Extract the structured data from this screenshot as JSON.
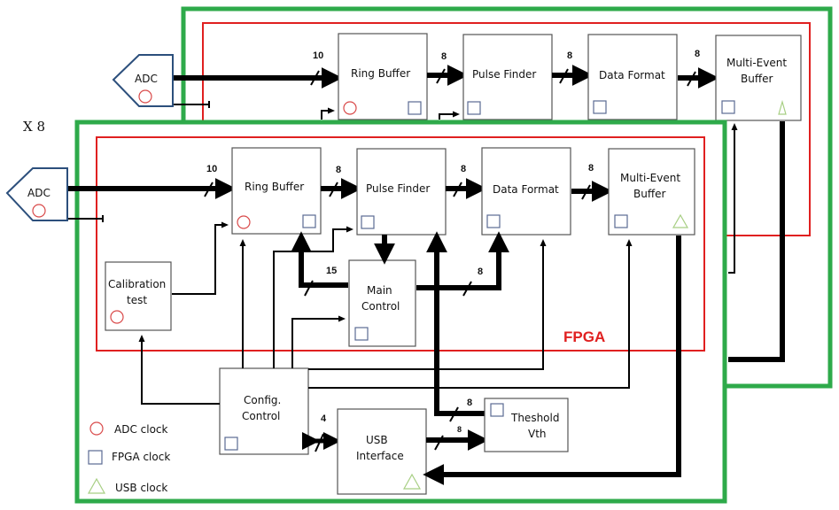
{
  "multiplicity_label": "X 8",
  "fpga_label": "FPGA",
  "colors": {
    "board_border": "#2eaa4a",
    "fpga_border": "#e02020",
    "adc_border": "#2c4f7c",
    "adc_clock": "#d94a4a",
    "fpga_clock": "#5b6a93",
    "usb_clock": "#a8cf84",
    "block_border": "#555555"
  },
  "blocks": {
    "adc": "ADC",
    "ring_buffer": "Ring Buffer",
    "pulse_finder": "Pulse Finder",
    "data_format": "Data Format",
    "multi_event_buffer_l1": "Multi-Event",
    "multi_event_buffer_l2": "Buffer",
    "calibration_l1": "Calibration",
    "calibration_l2": "test",
    "main_control_l1": "Main",
    "main_control_l2": "Control",
    "config_control_l1": "Config.",
    "config_control_l2": "Control",
    "usb_interface_l1": "USB",
    "usb_interface_l2": "Interface",
    "threshold_l1": "Theshold",
    "threshold_l2": "Vth"
  },
  "bus_widths": {
    "adc_to_ring": "10",
    "ring_to_pulse": "8",
    "pulse_to_format": "8",
    "format_to_meb": "8",
    "main_to_ring": "15",
    "main_to_format": "8",
    "to_threshold_upper": "8",
    "usb_to_threshold": "8",
    "config_usb": "4"
  },
  "legend": [
    {
      "icon": "circle",
      "label": "ADC clock"
    },
    {
      "icon": "square",
      "label": "FPGA clock"
    },
    {
      "icon": "triangle",
      "label": "USB clock"
    }
  ]
}
